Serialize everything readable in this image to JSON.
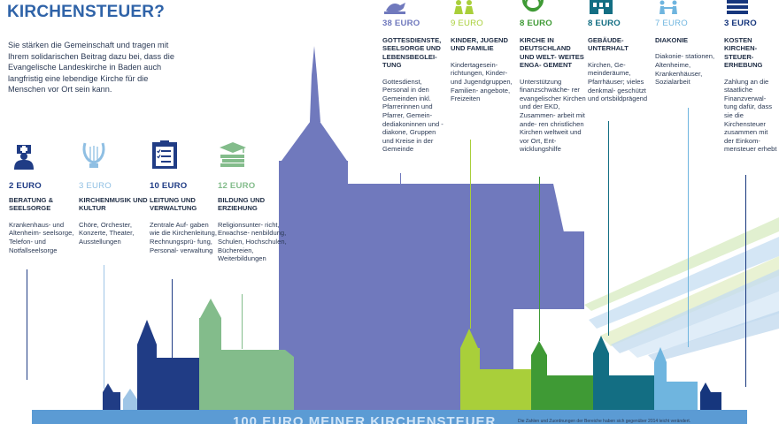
{
  "heading": "KIRCHENSTEUER?",
  "intro": "Sie stärken die Gemeinschaft und tragen mit Ihrem solidarischen Beitrag dazu bei, dass die Evangelische Landeskirche in Baden auch langfristig eine lebendige Kirche für die Menschen vor Ort sein kann.",
  "colors": {
    "title_blue": "#2f63a8",
    "lavender": "#7079bd",
    "purple": "#5d63a8",
    "lime": "#a9cf3a",
    "green": "#3f9a35",
    "teal": "#136e83",
    "light_blue": "#6fb5df",
    "navy": "#203c85",
    "dark_blue": "#16367d",
    "sky": "#9fc5e6",
    "sage": "#83bc8b",
    "banner": "#5b9bd4"
  },
  "categories_left": [
    {
      "amount": "2 EURO",
      "title": "BERATUNG & SEELSORGE",
      "desc": "Krankenhaus- und Altenheim- seelsorge, Telefon- und Notfallseelsorge",
      "icon": "nurse-icon",
      "color": "#203c85"
    },
    {
      "amount": "3 EURO",
      "title": "KIRCHENMUSIK UND KULTUR",
      "desc": "Chöre, Orchester, Konzerte, Theater, Ausstellungen",
      "icon": "lyre-icon",
      "color": "#8fbfe3"
    },
    {
      "amount": "10 EURO",
      "title": "LEITUNG UND VERWALTUNG",
      "desc": "Zentrale Auf- gaben wie die Kirchenleitung, Rechnungsprü- fung, Personal- verwaltung",
      "icon": "clipboard-icon",
      "color": "#203c85"
    },
    {
      "amount": "12 EURO",
      "title": "BILDUNG UND ERZIEHUNG",
      "desc": "Religionsunter- richt, Erwachse- nenbildung, Schulen, Hochschulen, Büchereien, Weiterbildungen",
      "icon": "books-icon",
      "color": "#83bc8b"
    }
  ],
  "categories_top": [
    {
      "amount": "38 EURO",
      "title": "GOTTESDIENSTE, SEELSORGE UND LEBENSBEGLEI- TUNG",
      "desc": "Gottesdienst, Personal in den Gemeinden inkl. Pfarrerinnen und Pfarrer, Gemein- dediakoninnen und -diakone, Gruppen und Kreise in der Gemeinde",
      "icon": "dove-icon",
      "color": "#7079bd"
    },
    {
      "amount": "9 EURO",
      "title": "KINDER, JUGEND UND FAMILIE",
      "desc": "Kindertagesein- richtungen, Kinder- und Jugendgruppen, Familien- angebote, Freizeiten",
      "icon": "family-icon",
      "color": "#a9cf3a"
    },
    {
      "amount": "8 EURO",
      "title": "KIRCHE IN DEUTSCHLAND UND WELT- WEITES ENGA- GEMENT",
      "desc": "Unterstützung finanzschwäche- rer evangelischer Kirchen und der EKD, Zusammen- arbeit mit ande- ren christlichen Kirchen weltweit und vor Ort, Ent- wicklungshilfe",
      "icon": "globe-icon",
      "color": "#3f9a35"
    },
    {
      "amount": "8 EURO",
      "title": "GEBÄUDE- UNTERHALT",
      "desc": "Kirchen, Ge- meinderäume, Pfarrhäuser; vieles denkmal- geschützt und ortsbildprägend",
      "icon": "building-icon",
      "color": "#136e83"
    },
    {
      "amount": "7 EURO",
      "title": "DIAKONIE",
      "desc": "Diakonie- stationen, Altenheime, Krankenhäuser, Sozialarbeit",
      "icon": "people-icon",
      "color": "#6fb5df"
    },
    {
      "amount": "3 EURO",
      "title": "KOSTEN KIRCHEN- STEUER- ERHEBUNG",
      "desc": "Zahlung an die staatliche Finanzverwal- tung dafür, dass sie die Kirchensteuer zusammen mit der Einkom- mensteuer erhebt",
      "icon": "money-icon",
      "color": "#16367d"
    }
  ],
  "banner": "100 EURO MEINER KIRCHENSTEUER",
  "footnote": "Die Zahlen und Zuordnungen der Bereiche haben sich gegenüber 2014 leicht verändert."
}
